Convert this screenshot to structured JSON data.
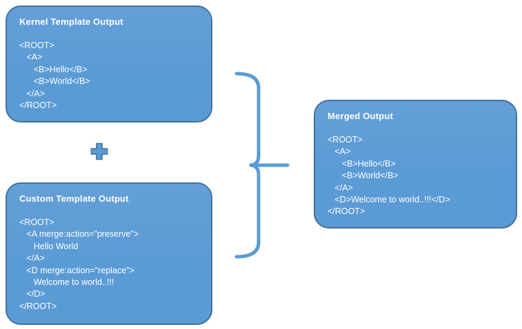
{
  "colors": {
    "background": "#ffffff",
    "box_fill": "#5b9bd5",
    "box_fill_light": "#649fd8",
    "box_border": "#41719c",
    "box_text": "#ffffff",
    "connector": "#5b9bd5"
  },
  "diagram": {
    "kernel_box": {
      "title": "Kernel Template Output",
      "code": [
        "<ROOT>",
        "   <A>",
        "      <B>Hello</B>",
        "      <B>World</B>",
        "   </A>",
        "</ROOT>"
      ]
    },
    "custom_box": {
      "title": "Custom Template Output",
      "code": [
        "<ROOT>",
        "   <A merge:action=\"preserve\">",
        "      Hello World",
        "   </A>",
        "   <D merge:action=\"replace\">",
        "      Welcome to world..!!!",
        "   </D>",
        "</ROOT>"
      ]
    },
    "merged_box": {
      "title": "Merged Output",
      "code": [
        "<ROOT>",
        "   <A>",
        "      <B>Hello</B>",
        "      <B>World</B>",
        "   </A>",
        "   <D>Welcome to world..!!!</D>",
        "</ROOT>"
      ]
    },
    "operators": {
      "plus_icon": "plus",
      "brace_icon": "right-curly-brace"
    }
  }
}
